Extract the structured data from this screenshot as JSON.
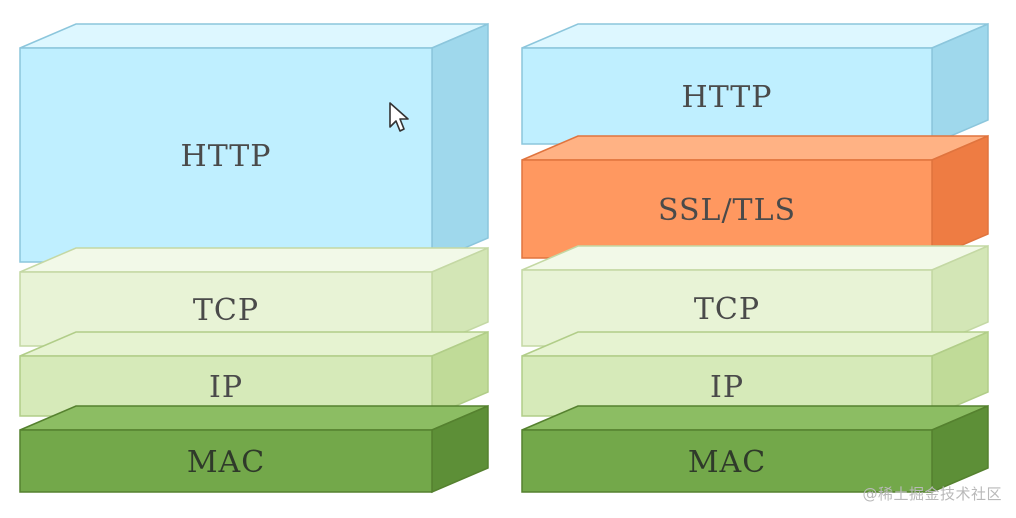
{
  "stacks": [
    {
      "name": "http",
      "layers": [
        {
          "label": "HTTP",
          "front": "#bfefff",
          "top": "#ddf7ff",
          "side": "#9fd8ec",
          "stroke": "#8cc6dc"
        },
        {
          "label": "TCP",
          "front": "#e8f3d6",
          "top": "#f2f9e8",
          "side": "#d3e6b6",
          "stroke": "#c4d8a4"
        },
        {
          "label": "IP",
          "front": "#d6eab9",
          "top": "#e6f3d1",
          "side": "#c0db98",
          "stroke": "#b1cd88"
        },
        {
          "label": "MAC",
          "front": "#73a84a",
          "top": "#8cbd63",
          "side": "#5d8f37",
          "stroke": "#55812f"
        }
      ]
    },
    {
      "name": "https",
      "layers": [
        {
          "label": "HTTP",
          "front": "#bfefff",
          "top": "#ddf7ff",
          "side": "#9fd8ec",
          "stroke": "#8cc6dc"
        },
        {
          "label": "SSL/TLS",
          "front": "#ff9860",
          "top": "#ffb284",
          "side": "#ee7c43",
          "stroke": "#e0743e"
        },
        {
          "label": "TCP",
          "front": "#e8f3d6",
          "top": "#f2f9e8",
          "side": "#d3e6b6",
          "stroke": "#c4d8a4"
        },
        {
          "label": "IP",
          "front": "#d6eab9",
          "top": "#e6f3d1",
          "side": "#c0db98",
          "stroke": "#b1cd88"
        },
        {
          "label": "MAC",
          "front": "#73a84a",
          "top": "#8cbd63",
          "side": "#5d8f37",
          "stroke": "#55812f"
        }
      ]
    }
  ],
  "watermark": "@稀土掘金技术社区",
  "cursor_icon": "mouse-pointer-icon"
}
